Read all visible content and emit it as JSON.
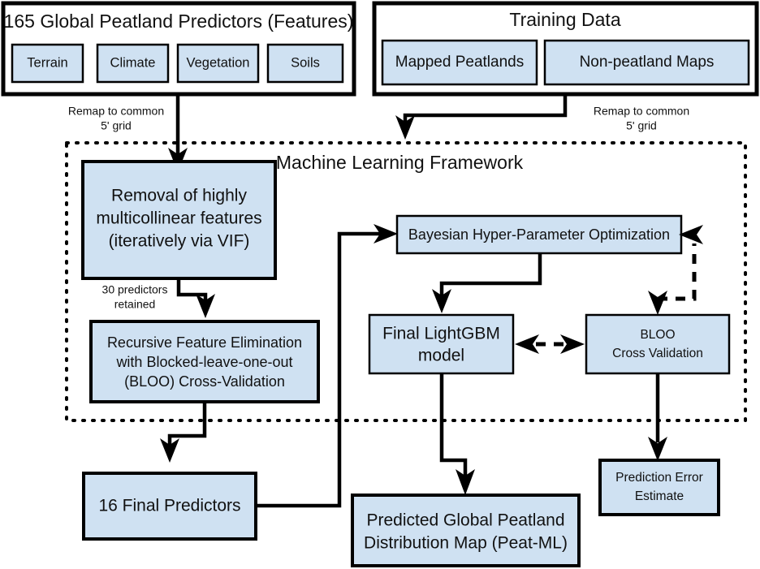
{
  "figure": {
    "type": "flowchart",
    "title": "Peat-ML machine learning framework flowchart",
    "colors": {
      "box_fill": "#cfe1f2",
      "stroke": "#000000",
      "background": "#ffffff"
    }
  },
  "groups": {
    "predictors": {
      "title": "165 Global Peatland Predictors (Features)",
      "items": [
        {
          "label": "Terrain"
        },
        {
          "label": "Climate"
        },
        {
          "label": "Vegetation"
        },
        {
          "label": "Soils"
        }
      ]
    },
    "training_data": {
      "title": "Training Data",
      "items": [
        {
          "label": "Mapped Peatlands"
        },
        {
          "label": "Non-peatland Maps"
        }
      ]
    },
    "framework": {
      "title": "Machine Learning Framework"
    }
  },
  "nodes": {
    "vif": {
      "lines": [
        "Removal of highly",
        "multicollinear features",
        "(iteratively via VIF)"
      ]
    },
    "rfe": {
      "lines": [
        "Recursive Feature Elimination",
        "with Blocked-leave-one-out",
        "(BLOO) Cross-Validation"
      ]
    },
    "bhpo": {
      "lines": [
        "Bayesian Hyper-Parameter Optimization"
      ]
    },
    "lightgbm": {
      "lines": [
        "Final LightGBM",
        "model"
      ]
    },
    "bloo_cv": {
      "lines": [
        "BLOO",
        "Cross Validation"
      ]
    },
    "final_predictors": {
      "lines": [
        "16 Final Predictors"
      ]
    },
    "peat_ml_map": {
      "lines": [
        "Predicted Global Peatland",
        "Distribution Map (Peat-ML)"
      ]
    },
    "error_estimate": {
      "lines": [
        "Prediction Error",
        "Estimate"
      ]
    }
  },
  "edge_labels": {
    "remap_left": [
      "Remap to common",
      "5' grid"
    ],
    "remap_right": [
      "Remap to common",
      "5' grid"
    ],
    "retained": [
      "30 predictors",
      "retained"
    ]
  }
}
